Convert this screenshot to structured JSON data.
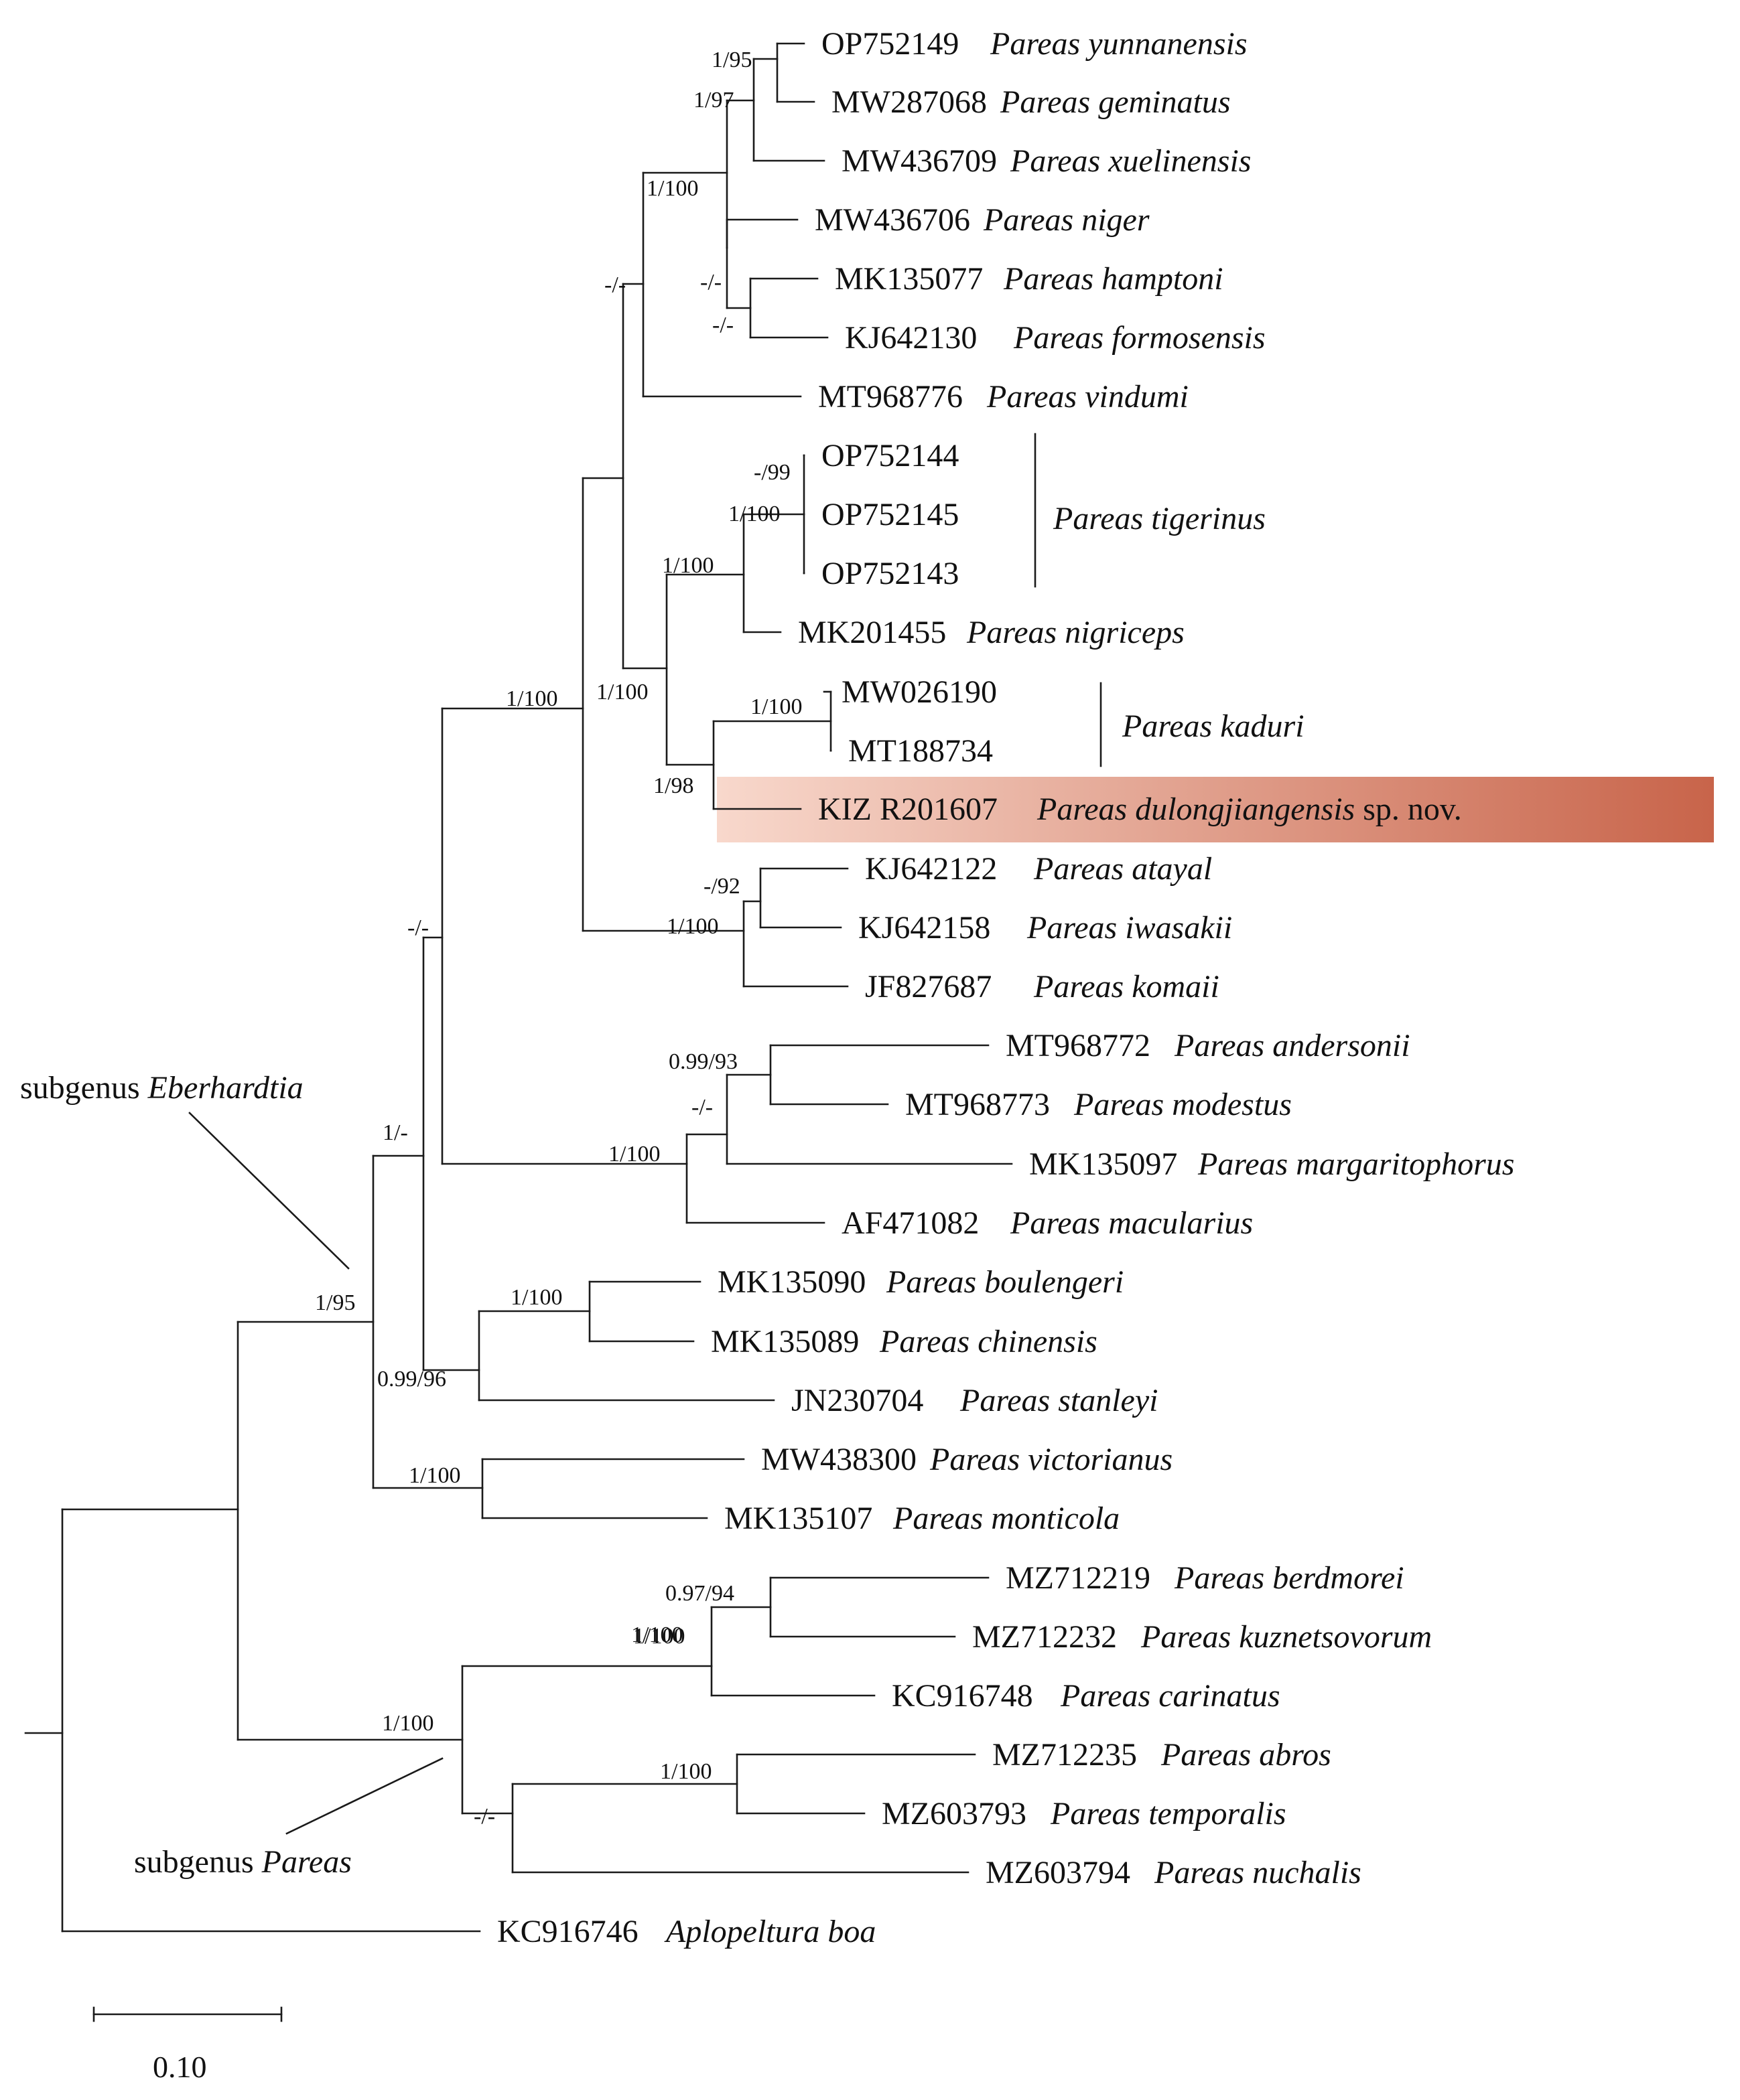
{
  "figure": {
    "type": "phylogenetic-tree",
    "highlight_color": "#d07050",
    "taxa": [
      {
        "acc": "OP752149",
        "species": "Pareas yunnanensis"
      },
      {
        "acc": "MW287068",
        "species": "Pareas geminatus"
      },
      {
        "acc": "MW436709",
        "species": "Pareas xuelinensis"
      },
      {
        "acc": "MW436706",
        "species": "Pareas niger"
      },
      {
        "acc": "MK135077",
        "species": "Pareas hamptoni"
      },
      {
        "acc": "KJ642130",
        "species": "Pareas formosensis"
      },
      {
        "acc": "MT968776",
        "species": "Pareas vindumi"
      },
      {
        "acc": "OP752144",
        "species": ""
      },
      {
        "acc": "OP752145",
        "species": ""
      },
      {
        "acc": "OP752143",
        "species": ""
      },
      {
        "acc": "MK201455",
        "species": "Pareas nigriceps"
      },
      {
        "acc": "MW026190",
        "species": ""
      },
      {
        "acc": "MT188734",
        "species": ""
      },
      {
        "acc": "KIZ R201607",
        "species": "Pareas dulongjiangensis",
        "suffix": " sp. nov.",
        "highlight": true
      },
      {
        "acc": "KJ642122",
        "species": "Pareas atayal"
      },
      {
        "acc": "KJ642158",
        "species": "Pareas iwasakii"
      },
      {
        "acc": "JF827687",
        "species": "Pareas komaii"
      },
      {
        "acc": "MT968772",
        "species": "Pareas andersonii"
      },
      {
        "acc": "MT968773",
        "species": "Pareas modestus"
      },
      {
        "acc": "MK135097",
        "species": "Pareas margaritophorus"
      },
      {
        "acc": "AF471082",
        "species": "Pareas macularius"
      },
      {
        "acc": "MK135090",
        "species": "Pareas boulengeri"
      },
      {
        "acc": "MK135089",
        "species": "Pareas chinensis"
      },
      {
        "acc": "JN230704",
        "species": "Pareas stanleyi"
      },
      {
        "acc": "MW438300",
        "species": "Pareas victorianus"
      },
      {
        "acc": "MK135107",
        "species": "Pareas monticola"
      },
      {
        "acc": "MZ712219",
        "species": "Pareas berdmorei"
      },
      {
        "acc": "MZ712232",
        "species": "Pareas kuznetsovorum"
      },
      {
        "acc": "KC916748",
        "species": "Pareas carinatus"
      },
      {
        "acc": "MZ712235",
        "species": "Pareas abros"
      },
      {
        "acc": "MZ603793",
        "species": "Pareas temporalis"
      },
      {
        "acc": "MZ603794",
        "species": "Pareas nuchalis"
      },
      {
        "acc": "KC916746",
        "species": "Aplopeltura boa"
      }
    ],
    "group_labels": [
      {
        "text": "Pareas tigerinus"
      },
      {
        "text": "Pareas kaduri"
      }
    ],
    "support_values": [
      "1/95",
      "1/97",
      "1/100",
      "-/-",
      "-/-",
      "-/-",
      "-/99",
      "1/100",
      "1/100",
      "1/100",
      "1/100",
      "1/100",
      "1/98",
      "-/92",
      "1/100",
      "-/-",
      "0.99/93",
      "-/-",
      "1/100",
      "1/-",
      "1/95",
      "1/100",
      "0.99/96",
      "1/100",
      "1/100",
      "0.97/94",
      "1/100",
      "1/100",
      "1/100",
      "-/-"
    ],
    "subgenus_labels": [
      {
        "prefix": "subgenus ",
        "name": "Eberhardtia"
      },
      {
        "prefix": "subgenus ",
        "name": "Pareas"
      }
    ],
    "scale_bar": {
      "label": "0.10",
      "value": 0.1
    }
  }
}
